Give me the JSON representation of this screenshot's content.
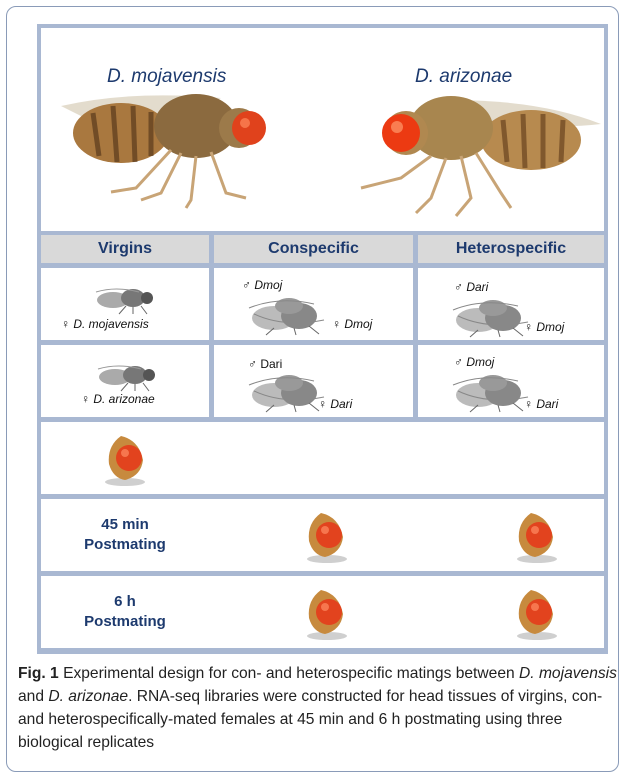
{
  "species": {
    "left": "D. mojavensis",
    "right": "D. arizonae"
  },
  "table": {
    "headers": [
      "Virgins",
      "Conspecific",
      "Heterospecific"
    ],
    "row1": {
      "virgin": "♀ D. mojavensis",
      "con_male": "♂ Dmoj",
      "con_female": "♀ Dmoj",
      "het_male": "♂ Dari",
      "het_female": "♀ Dmoj"
    },
    "row2": {
      "virgin": "♀ D. arizonae",
      "con_male": "♂ Dari",
      "con_female": "♀ Dari",
      "het_male": "♂ Dmoj",
      "het_female": "♀ Dari"
    },
    "row_45": [
      "45 min",
      "Postmating"
    ],
    "row_6": [
      "6 h",
      "Postmating"
    ]
  },
  "caption": {
    "label": "Fig. 1",
    "part1": " Experimental design for con- and heterospecific matings between ",
    "sp1": "D. mojavensis",
    "and": " and ",
    "sp2": "D. arizonae",
    "part2": ". RNA-seq libraries were constructed for head tissues of virgins, con- and heterospecifically-mated females at 45 min and 6 h postmating using three biological replicates"
  },
  "colors": {
    "header_text": "#1d3a6e",
    "grid": "#a9b8d2",
    "header_bg": "#d9d9d9"
  }
}
